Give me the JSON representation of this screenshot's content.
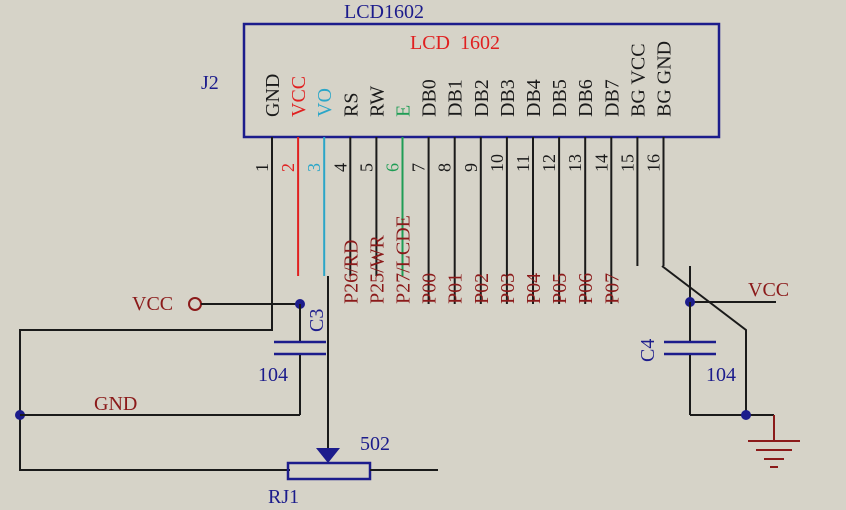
{
  "component": {
    "part": "LCD1602",
    "ref": "J2",
    "inner_label": "LCD  1602"
  },
  "pins": [
    {
      "num": "1",
      "name": "GND",
      "net": "",
      "color": "#1a1a1a"
    },
    {
      "num": "2",
      "name": "VCC",
      "net": "",
      "color": "#e02020"
    },
    {
      "num": "3",
      "name": "VO",
      "net": "",
      "color": "#2ba6c8"
    },
    {
      "num": "4",
      "name": "RS",
      "net": "P26/RD",
      "color": "#1a1a1a"
    },
    {
      "num": "5",
      "name": "RW",
      "net": "P25/WR",
      "color": "#1a1a1a"
    },
    {
      "num": "6",
      "name": "E",
      "net": "P27/LCDE",
      "color": "#1f9d55"
    },
    {
      "num": "7",
      "name": "DB0",
      "net": "P00",
      "color": "#1a1a1a"
    },
    {
      "num": "8",
      "name": "DB1",
      "net": "P01",
      "color": "#1a1a1a"
    },
    {
      "num": "9",
      "name": "DB2",
      "net": "P02",
      "color": "#1a1a1a"
    },
    {
      "num": "10",
      "name": "DB3",
      "net": "P03",
      "color": "#1a1a1a"
    },
    {
      "num": "11",
      "name": "DB4",
      "net": "P04",
      "color": "#1a1a1a"
    },
    {
      "num": "12",
      "name": "DB5",
      "net": "P05",
      "color": "#1a1a1a"
    },
    {
      "num": "13",
      "name": "DB6",
      "net": "P06",
      "color": "#1a1a1a"
    },
    {
      "num": "14",
      "name": "DB7",
      "net": "P07",
      "color": "#1a1a1a"
    },
    {
      "num": "15",
      "name": "BG VCC",
      "net": "",
      "color": "#1a1a1a"
    },
    {
      "num": "16",
      "name": "BG GND",
      "net": "",
      "color": "#1a1a1a"
    }
  ],
  "labels": {
    "vcc_left": "VCC",
    "vcc_right": "VCC",
    "gnd": "GND",
    "c3_ref": "C3",
    "c3_value": "104",
    "c4_ref": "C4",
    "c4_value": "104",
    "pot_ref": "RJ1",
    "pot_value": "502"
  },
  "colors": {
    "background": "#d6d3c8",
    "component_outline": "#1c1c8c",
    "wire": "#1a1a1a",
    "net_label": "#8b1a1a",
    "vcc_pin": "#e02020",
    "vo_pin": "#2ba6c8",
    "e_pin": "#1f9d55"
  }
}
